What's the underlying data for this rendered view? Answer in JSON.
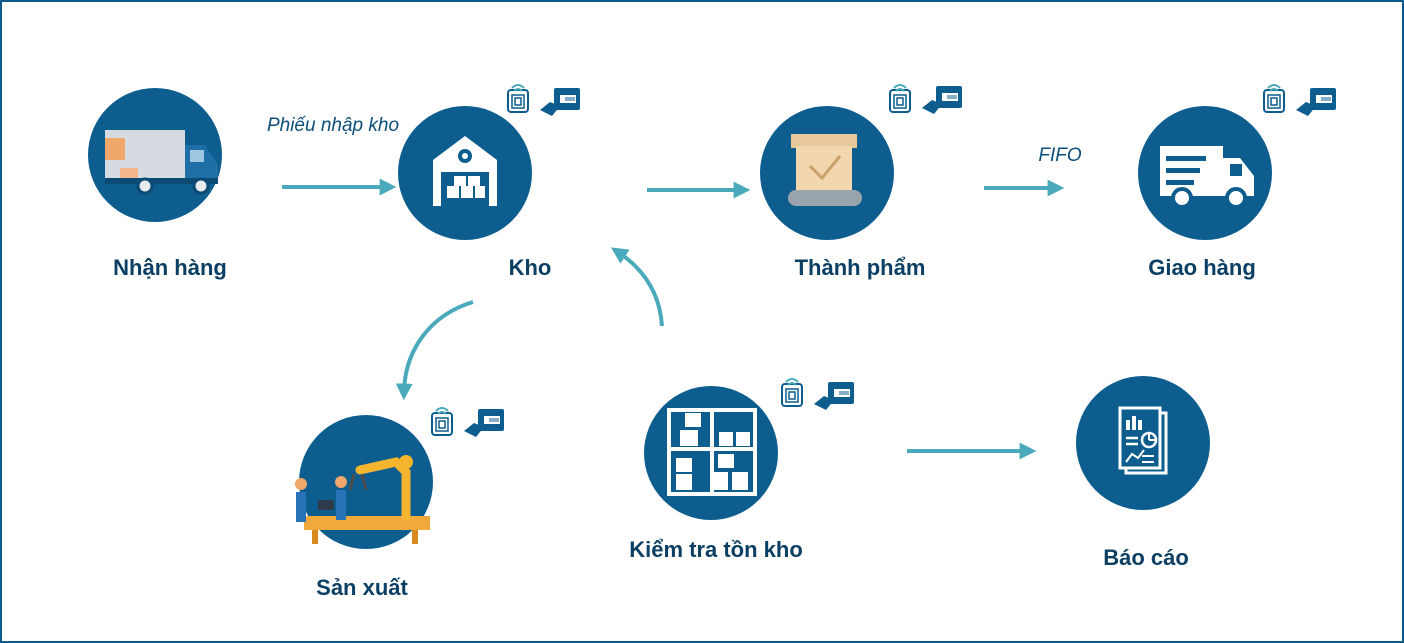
{
  "colors": {
    "circle": "#0d5d8f",
    "arrow": "#4aaabb",
    "label": "#0b3f63",
    "border": "#0e5a8a"
  },
  "nodes": {
    "nhan_hang": {
      "label": "Nhận hàng",
      "icon": "truck-icon"
    },
    "kho": {
      "label": "Kho",
      "icon": "warehouse-icon"
    },
    "thanh_pham": {
      "label": "Thành phẩm",
      "icon": "finished-box-icon"
    },
    "giao_hang": {
      "label": "Giao hàng",
      "icon": "delivery-truck-icon"
    },
    "san_xuat": {
      "label": "Sản xuất",
      "icon": "robot-arm-factory-icon"
    },
    "kiem_tra": {
      "label": "Kiểm tra tồn kho",
      "icon": "shelf-boxes-icon"
    },
    "bao_cao": {
      "label": "Báo cáo",
      "icon": "report-icon"
    }
  },
  "edges": {
    "nhan_to_kho": "Phiếu nhập kho",
    "thanh_to_giao": "FIFO"
  },
  "badges": [
    "rfid-tag-icon",
    "rfid-scanner-icon"
  ]
}
